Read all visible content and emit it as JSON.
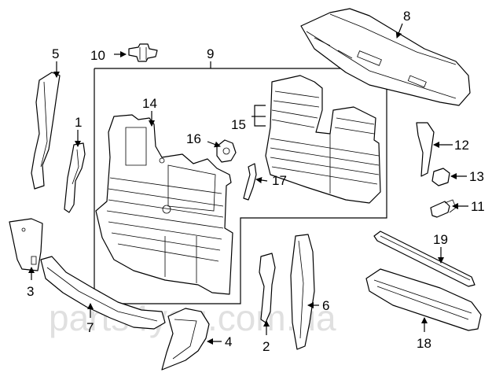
{
  "callouts": {
    "c1": "1",
    "c2": "2",
    "c3": "3",
    "c4": "4",
    "c5": "5",
    "c6": "6",
    "c7": "7",
    "c8": "8",
    "c9": "9",
    "c10": "10",
    "c11": "11",
    "c12": "12",
    "c13": "13",
    "c14": "14",
    "c15": "15",
    "c16": "16",
    "c17": "17",
    "c18": "18",
    "c19": "19"
  },
  "watermark": "parts4you.com.ua",
  "colors": {
    "line": "#000000",
    "background": "#ffffff",
    "watermark": "#c8c8c8"
  }
}
